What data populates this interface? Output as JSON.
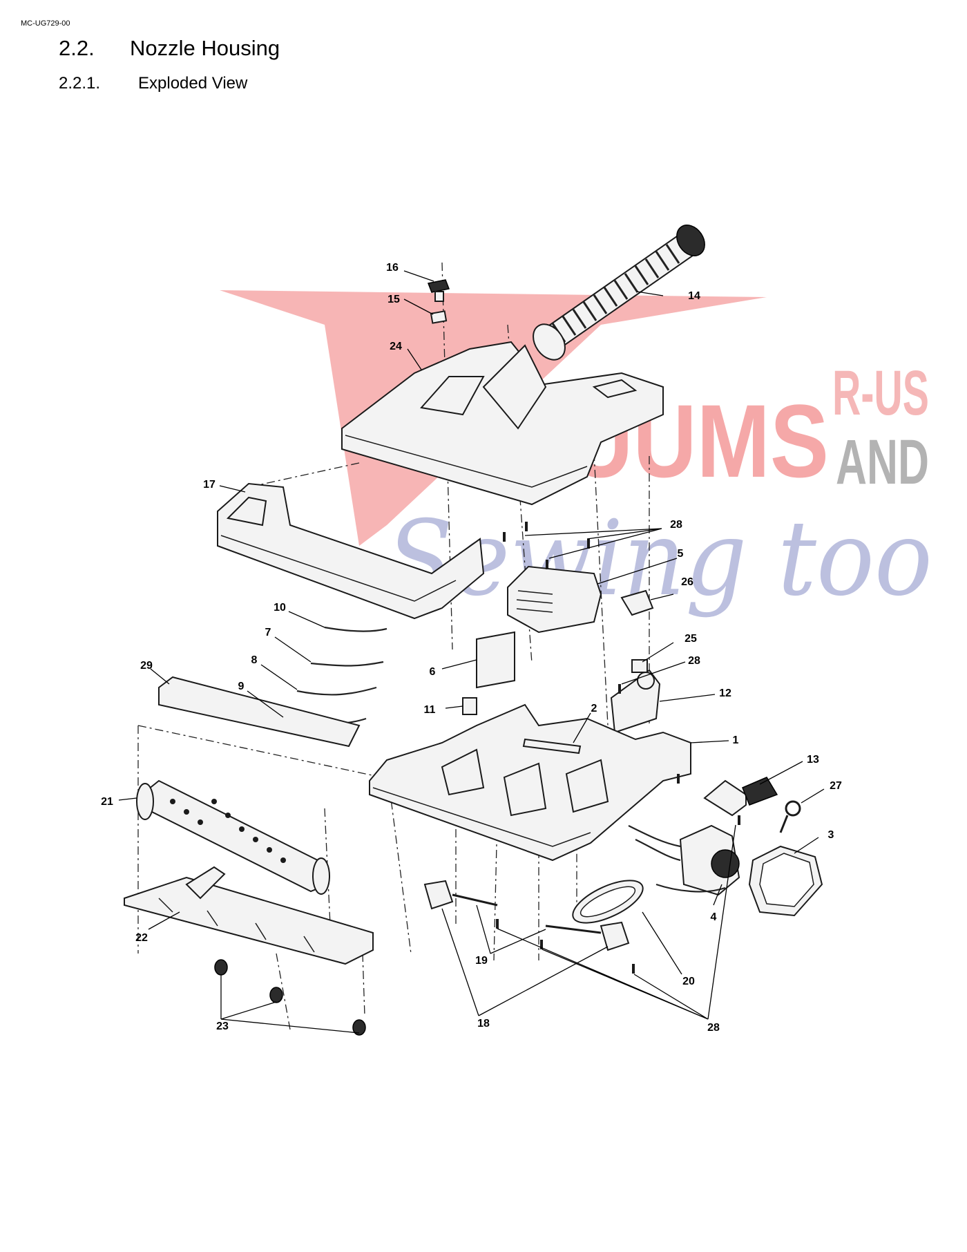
{
  "document_code": "MC-UG729-00",
  "section": {
    "number": "2.2.",
    "title": "Nozzle Housing"
  },
  "subsection": {
    "number": "2.2.1.",
    "title": "Exploded View"
  },
  "watermark": {
    "line1": "ACUUMS",
    "line2": "R-US",
    "line3": "AND",
    "line4": "Sewing too"
  },
  "callouts": [
    "16",
    "15",
    "14",
    "24",
    "17",
    "28",
    "5",
    "26",
    "25",
    "28",
    "10",
    "7",
    "8",
    "9",
    "6",
    "11",
    "29",
    "12",
    "2",
    "1",
    "13",
    "27",
    "3",
    "21",
    "4",
    "22",
    "19",
    "20",
    "18",
    "23",
    "28"
  ],
  "colors": {
    "watermark_red": "#f28b8b",
    "watermark_gray": "#9a9a9a",
    "watermark_blue": "#7f86c2",
    "line": "#1a1a1a"
  }
}
